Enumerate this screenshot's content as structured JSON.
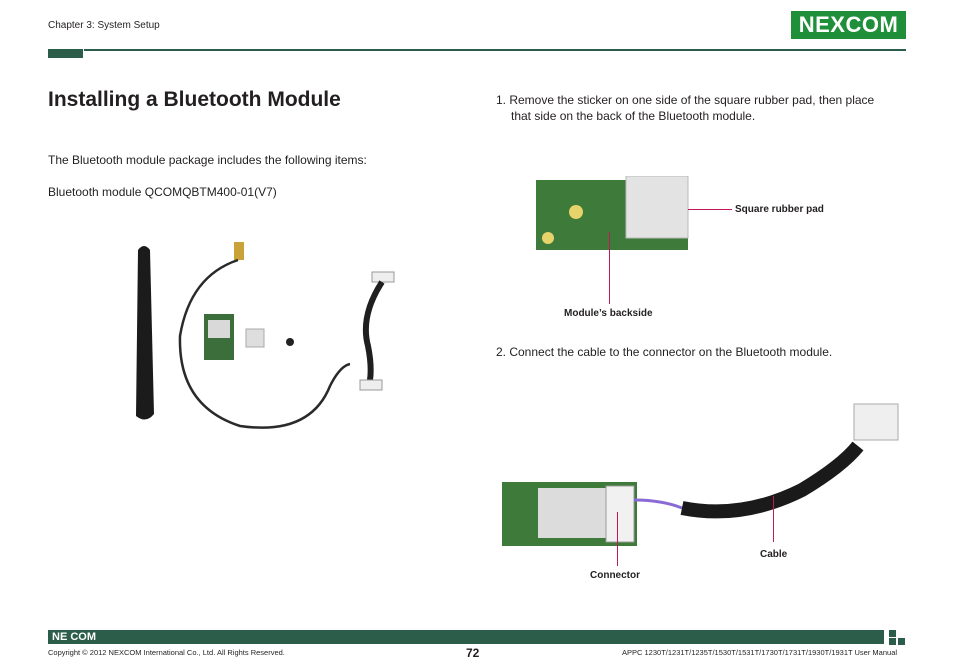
{
  "header": {
    "chapter": "Chapter 3: System Setup",
    "logo": "NEXCOM"
  },
  "left": {
    "title": "Installing a Bluetooth Module",
    "intro": "The Bluetooth module package includes the following items:",
    "item": "Bluetooth module QCOMQBTM400-01(V7)"
  },
  "right": {
    "step1": "1.  Remove the sticker on one side of the square rubber pad, then place",
    "step1_cont": "that side on the back of the Bluetooth module.",
    "label_pad": "Square rubber pad",
    "label_backside": "Module’s backside",
    "step2": "2.  Connect the cable to the connector on the Bluetooth module.",
    "label_cable": "Cable",
    "label_connector": "Connector"
  },
  "footer": {
    "logo": "NE COM",
    "copyright": "Copyright © 2012 NEXCOM International Co., Ltd. All Rights Reserved.",
    "page": "72",
    "manual": "APPC 1230T/1231T/1235T/1530T/1531T/1730T/1731T/1930T/1931T User Manual"
  }
}
